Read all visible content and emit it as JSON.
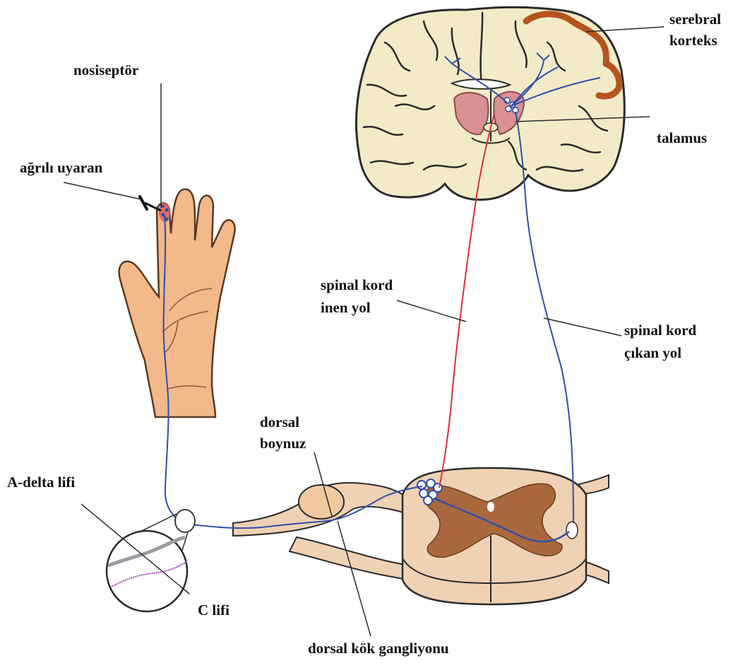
{
  "labels": {
    "nociceptor": "nosiseptör",
    "painful_stimulus": "ağrılı uyaran",
    "cerebral_cortex_1": "serebral",
    "cerebral_cortex_2": "korteks",
    "thalamus": "talamus",
    "descending_1": "spinal kord",
    "descending_2": "inen yol",
    "ascending_1": "spinal kord",
    "ascending_2": "çıkan yol",
    "dorsal_horn_1": "dorsal",
    "dorsal_horn_2": "boynuz",
    "a_delta": "A-delta lifi",
    "c_fiber": "C lifi",
    "drg": "dorsal kök gangliyonu"
  },
  "colors": {
    "ascending_pathway": "#2f4fa8",
    "descending_pathway": "#d8313c",
    "cortex_highlight": "#b5541c",
    "brain_tissue": "#f3ebc8",
    "thalamus": "#d99093",
    "skin": "#f2b98a",
    "grey_matter": "#a9683e",
    "white_matter": "#efd1b4",
    "a_delta_fiber": "#9b9ba3",
    "c_fiber_color": "#a14fb5"
  }
}
